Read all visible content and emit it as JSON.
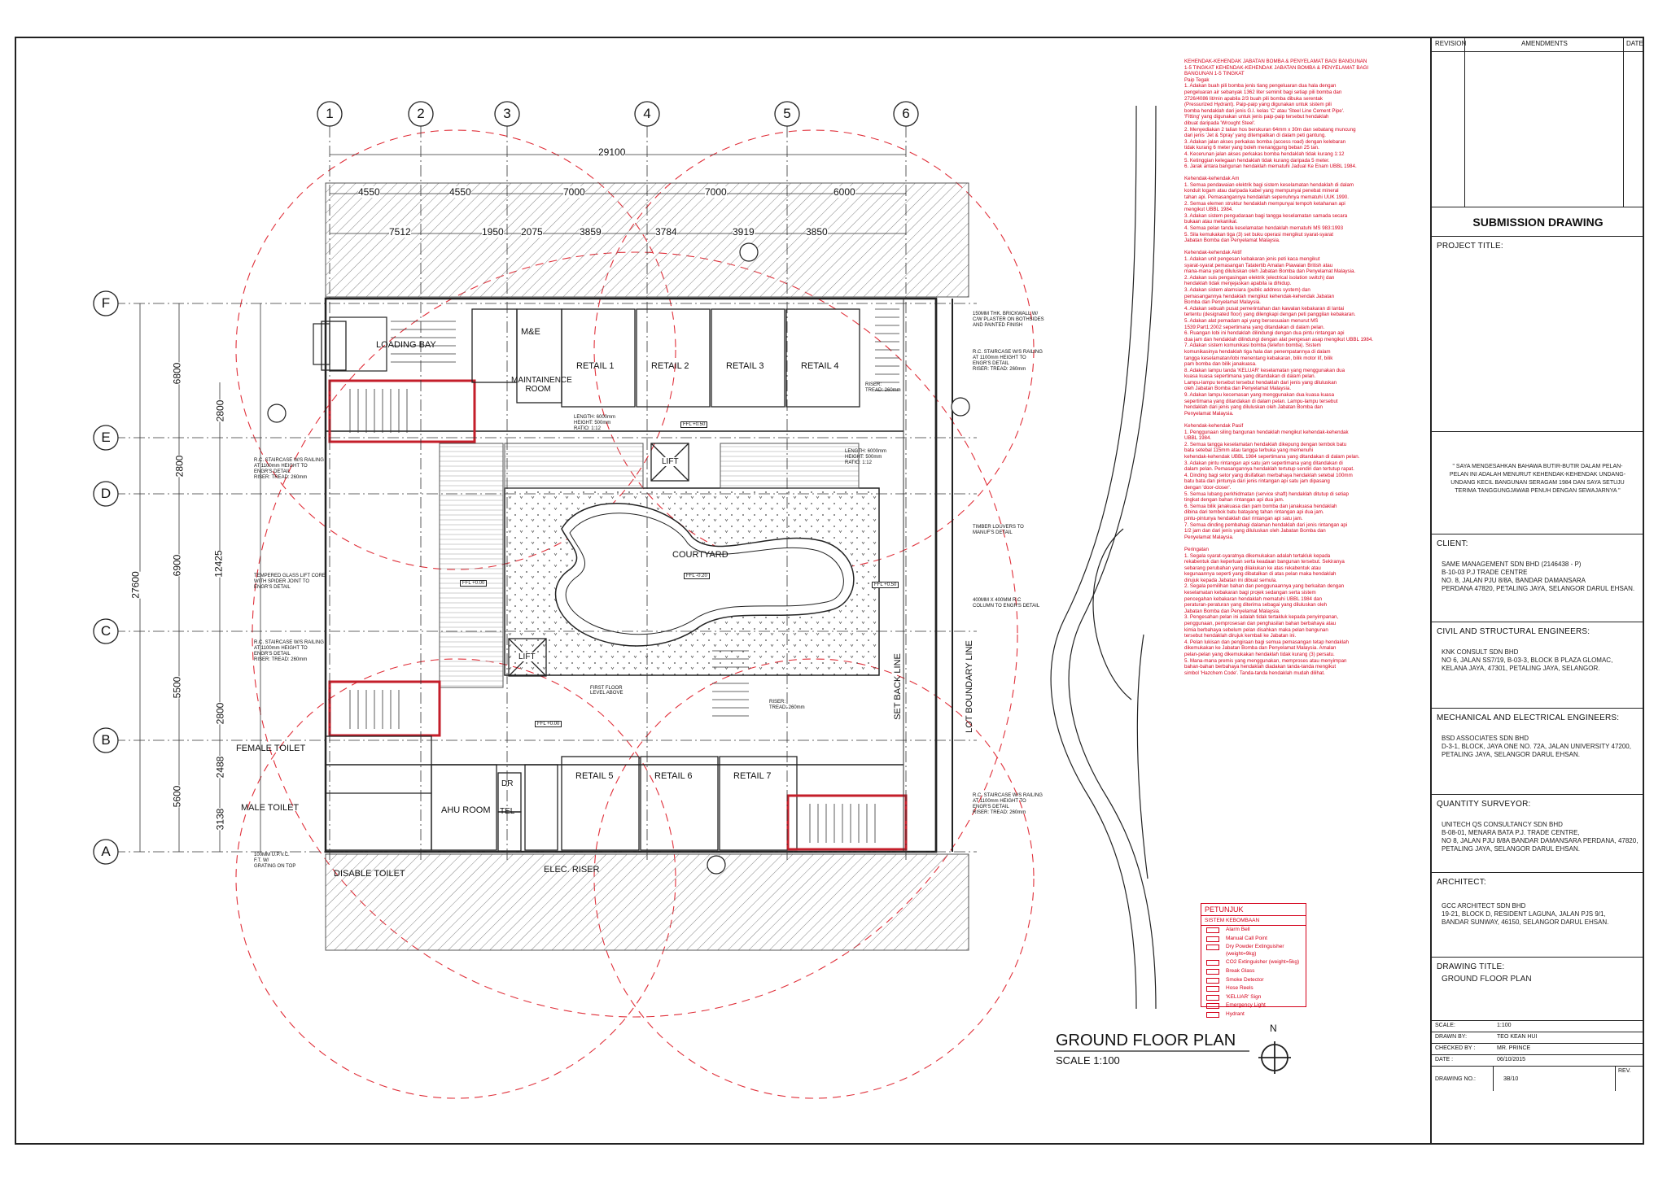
{
  "drawing": {
    "title": "GROUND FLOOR PLAN",
    "scale_label": "SCALE 1:100",
    "north": "N"
  },
  "grid": {
    "columns": [
      "1",
      "2",
      "3",
      "4",
      "5",
      "6"
    ],
    "rows": [
      "F",
      "E",
      "D",
      "C",
      "B",
      "A"
    ]
  },
  "dimensions": {
    "overall_top": "29100",
    "top_row1": [
      "4550",
      "4550",
      "7000",
      "7000",
      "6000"
    ],
    "top_row2": [
      "7512",
      "1950",
      "2075",
      "3859",
      "3784",
      "3919",
      "3850"
    ],
    "left_overall": "27600",
    "left_outer": [
      "6800",
      "6900",
      "5500",
      "5600"
    ],
    "left_mid": [
      "12425"
    ],
    "left_inner": [
      "2800",
      "2800",
      "2800",
      "2488",
      "3138"
    ]
  },
  "rooms": {
    "loading_bay": "LOADING BAY",
    "me": "M&E",
    "maintenance": "MAINTAINENCE ROOM",
    "retail_1": "RETAIL 1",
    "retail_2": "RETAIL 2",
    "retail_3": "RETAIL 3",
    "retail_4": "RETAIL 4",
    "retail_5": "RETAIL 5",
    "retail_6": "RETAIL 6",
    "retail_7": "RETAIL 7",
    "lift_1": "LIFT",
    "lift_2": "LIFT",
    "courtyard": "COURTYARD",
    "female_toilet": "FEMALE TOILET",
    "male_toilet": "MALE TOILET",
    "disable_toilet": "DISABLE TOILET",
    "ahu_room": "AHU ROOM",
    "dr": "DR",
    "tel": "TEL",
    "elec_riser": "ELEC. RISER",
    "set_back": "SET BACK LINE",
    "lot_boundary": "LOT BOUNDARY LINE",
    "first_floor": "FIRST FLOOR LEVEL ABOVE"
  },
  "ramp_notes": {
    "ramp1": "LENGTH: 6000mm\nHEIGHT: 500mm\nRATIO: 1:12",
    "ramp2": "LENGTH: 6000mm\nHEIGHT: 500mm\nRATIO: 1:12",
    "riser1": "RISER:\nTREAD: 260mm",
    "riser2": "RISER:\nTREAD: 260mm"
  },
  "callouts": {
    "right_1": "150MM THK. BRICKWALL W/\nC/W PLASTER ON BOTHSIDES\nAND PAINTED FINISH",
    "right_2": "R.C. STAIRCASE W/S RAILING\nAT 1100mm HEIGHT TO\nENGR'S DETAIL\nRISER:  TREAD: 260mm",
    "right_3": "TIMBER LOUVERS TO\nMANUF'S DETAIL",
    "right_4": "400MM X 400MM R.C\nCOLUMN TO ENGR'S DETAIL",
    "right_5": "R.C. STAIRCASE W/S RAILING\nAT 1100mm HEIGHT TO\nENGR'S DETAIL\nRISER:  TREAD: 260mm",
    "left_1": "R.C. STAIRCASE W/S RAILING\nAT 1100mm HEIGHT TO\nENGR'S DETAIL\nRISER:  TREAD: 260mm",
    "left_2": "TEMPERED GLASS LIFT CORE\nWITH SPIDER JOINT TO\nENGR'S DETAIL",
    "left_3": "R.C. STAIRCASE W/S RAILING\nAT 1100mm HEIGHT TO\nENGR'S DETAIL\nRISER:  TREAD: 260mm",
    "left_4": "100MM U.P.V.C.\nF.T. W/\nGRATING ON TOP"
  },
  "levels": {
    "ffl_1": "FFL +0.50",
    "ffl_2": "FFL +0.00",
    "ffl_3": "FFL +0.50",
    "ffl_4": "FFL +0.00",
    "ffl_5": "FFL -0.20"
  },
  "notes_text": "KEHENDAK-KEHENDAK JABATAN BOMBA & PENYELAMAT BAGI BANGUNAN\n1-5 TINGKAT KEHENDAK-KEHENDAK JABATAN BOMBA & PENYELAMAT BAGI\nBANGUNAN 1-5 TINGKAT\nPaip Tegak\n1.  Adakan buah pili bomba jenis tiang pengeluaran dua hala dengan\n    pengeluaran air sebanyak 1362 liter seminit bagi setiap pili bomba dan\n    2726/4086 lit/min apabila 2/3 buah pili bomba dibuka serentak\n    (Pressurized Hydrant). Paip-paip yang digunakan untuk sistem pili\n    bomba hendaklah dari jenis G.I. kelas 'C' atau 'Steel Line Cement Pipe'.\n    'Fitting' yang digunakan untuk jenis paip-paip tersebut hendaklah\n    dibuat daripada 'Wrought Steel'.\n2.  Menyediakan 2 talian hos berukuran 64mm x 30m dan sebatang muncung\n    dari jenis 'Jet & Spray' yang ditempatkan di dalam peti gantung.\n3.  Adakan jalan akses perkakas bomba (access road) dengan kelebaran\n    tidak kurang 6 meter yang boleh menanggung beban 25 tan.\n4.  Kecerunan jalan akses perkakas bomba hendaklah tidak kurang 1:12\n5.  Ketinggian kelegaan hendaklah tidak kurang daripada 5 meter.\n6.  Jarak antara bangunan hendaklah mematuhi Jadual Ke Enam UBBL 1984.\n\nKehendak-kehendak Am\n1.  Semua pendawaian elektrik bagi sistem keselamatan hendaklah di dalam\n    konduit logam atau daripada kabel yang mempunyai penebat mineral\n    tahan api. Pemasangannya hendaklah sepenuhnya mematuhi UUK 1990.\n2.  Semua elemen struktur hendaklah mempunyai tempoh ketahanan api\n    mengikut UBBL 1984.\n3.  Adakan sistem pengudaraan bagi tangga keselamatan samada secara\n    bukaan atau mekanikal.\n4.  Semua pelan tanda keselamatan hendaklah mematuhi MS 983:1993\n5.  Sila kemukakan tiga (3) set buku operasi mengikut syarat-syarat\n    Jabatan Bomba dan Penyelamat Malaysia.\n\nKehendak-kehendak Aktif\n1.  Adakan unit pengesan kebakaran jenis peti kaca mengikut\n    syarat-syarat pemasangan Tatatertib Amalan Piawaian British atau\n    mana-mana yang diluluskan oleh Jabatan Bomba dan Penyelamat Malaysia.\n2.  Adakan suis pengasingan elektrik (electrical isolation switch) dan\n    hendaklah tidak menjejaskan apabila ia dihidup.\n3.  Adakan sistem alamsiara (public address system) dan\n    pemasangannya hendaklah mengikut kehendak-kehendak Jabatan\n    Bomba dan Penyelamat Malaysia.\n4.  Adakan sebuah pusat pemerintahan dan kawalan kebakaran di lantai\n    tertentu (designated floor) yang dilengkapi dengan peti panggilan kebakaran.\n5.  Adakan alat pemadam api yang bersesuaian menurut MS\n    1539:Part1:2002 sepertimana yang ditandakan di dalam pelan.\n6.  Ruangan lobi ini hendaklah dilindungi dengan dua pintu rintangan api\n    dua jam dan hendaklah dilindungi dengan alat pengesan asap mengikut UBBL 1984.\n7.  Adakan sistem komunikasi bomba (telefon bomba). Sistem\n    komunikasinya hendaklah tiga hala dan penempatannya di dalam\n    tangga keselamatan/lobi menentang kebakaran, bilik motor lif, bilik\n    pam bomba dan bilik janakuasa.\n8.  Adakan lampu tanda 'KELUAR' keselamatan yang menggunakan dua\n    kuasa kuasa sepertimana yang ditandakan di dalam pelan.\n    Lampu-lampu tersebut tersebut hendaklah dari jenis yang diluluskan\n    oleh Jabatan Bomba dan Penyelamat Malaysia.\n9.  Adakan lampu kecemasan yang menggunakan dua kuasa kuasa\n    sepertimana yang ditandakan di dalam pelan. Lampu-lampu tersebut\n    hendaklah dari jenis yang diluluskan oleh Jabatan Bomba dan\n    Penyelamat Malaysia.\n\nKehendak-kehendak Pasif\n1.  Penggunaan siling bangunan hendaklah mengikut kehendak-kehendak\n    UBBL 1984.\n2.  Semua tangga keselamatan hendaklah dikepung dengan tembok batu\n    bata setebal 115mm atau tangga terbuka yang memenuhi\n    kehendak-kehendak UBBL 1984 sepertimana yang ditandakan di dalam pelan.\n3.  Adakan pintu rintangan api satu jam sepertimana yang ditandakan di\n    dalam pelan. Pemasangannya hendaklah tertutup sendiri dan tertutup rapat.\n4.  Dinding bagi setor yang disifatkan merbahaya hendaklah setebal 100mm\n    batu bata dan pintunya dari jenis rintangan api satu jam dipasang\n    dengan 'door-closer'.\n5.  Semua lubang perkhidmatan (service shaft) hendaklah ditutup di setiap\n    tingkat dengan bahan rintangan api dua jam.\n6.  Semua bilik janakuasa dan pam bomba dan janakuasa hendaklah\n    dibina dari tembok batu batayang tahan rintangan api dua jam.\n    pintu-pintunya hendaklah dari rintangan api satu jam.\n7.  Semua dinding pembahagi dalaman hendaklah dari jenis rintangan api\n    1/2 jam dan dari jenis yang diluluskan oleh Jabatan Bomba dan\n    Penyelamat Malaysia.\n\nPeringatan\n1.  Segala syarat-syaratnya dikemukakan adalah tertakluk kepada\n    rekabentuk dan keperluan serta keadaan bangunan tersebut. Sekiranya\n    sebarang perubahan yang dilakukan ke atas rekabentuk atau\n    kegunaannya seperti yang dibatalkan di atas pelan maka hendaklah\n    dirujuk kepada Jabatan ini dibuat semula.\n2.  Segala pemilihan bahan dan penggunaannya yang berkaitan dengan\n    keselamatan kebakaran bagi projek sedangan serta sistem\n    pencegahan kebakaran hendaklah mematuhi UBBL 1984 dan\n    peraturan-peraturan yang diterima sebagai yang diluluskan oleh\n    Jabatan Bomba dan Penyelamat Malaysia.\n3.  Pengesahan pelan ini adalah tidak tertakluk kepada penyimpanan,\n    penggunaan, pemprosesan dan penghasilan bahan berbahaya atau\n    kimia berbahaya sebelum pelan disahkan maka pelan bangunan\n    tersebut hendaklah dirujuk kembali ke Jabatan ini.\n4.  Pelan lukisan dan pengiraan bagi semua pemasangan tetap hendaklah\n    dikemukakan ke Jabatan Bomba dan Penyelamat Malaysia. Amalan\n    pelan-pelan yang dikemukakan hendaklah tidak kurang (3) persatu.\n5.  Mana-mana premis yang menggunakan, memproses atau menyimpan\n    bahan-bahan berbahaya hendaklah diadakan tanda-tanda mengikut\n    simbol 'Hazchem Code'. Tanda-tanda hendaklah mudah dilihat.",
  "legend": {
    "title": "PETUNJUK",
    "subtitle": "SISTEM KEBOMBAAN",
    "items": [
      "Alarm Bell",
      "Manual Call Point",
      "Dry Powder Extinguisher (weight=9kg)",
      "CO2 Extinguisher (weight=5kg)",
      "Break Glass",
      "Smoke Detector",
      "Hose Reels",
      "'KELUAR' Sign",
      "Emergency Light",
      "Hydrant"
    ]
  },
  "title_block": {
    "revision": "REVISION",
    "amendments": "AMENDMENTS",
    "date": "DATE",
    "submission": "SUBMISSION DRAWING",
    "project_title": "PROJECT TITLE:",
    "declaration": "\" SAYA MENGESAHKAN BAHAWA BUTIR-BUTIR DALAM PELAN-\nPELAN INI ADALAH MENURUT KEHENDAK-KEHENDAK UNDANG-\nUNDANG KECIL BANGUNAN SERAGAM 1984 DAN SAYA SETUJU\nTERIMA TANGGUNGJAWAB PENUH DENGAN SEWAJARNYA \"",
    "client_label": "CLIENT:",
    "client": "SAME MANAGEMENT SDN BHD (2146438 - P)\nB-10-03 P.J TRADE CENTRE\nNO. 8, JALAN PJU 8/8A, BANDAR DAMANSARA\nPERDANA 47820, PETALING JAYA, SELANGOR DARUL EHSAN.",
    "cs_label": "CIVIL AND STRUCTURAL ENGINEERS:",
    "cs": "KNK CONSULT SDN BHD\nNO 6, JALAN SS7/19, B-03-3, BLOCK B PLAZA GLOMAC,\nKELANA JAYA, 47301, PETALING JAYA, SELANGOR.",
    "me_label": "MECHANICAL AND ELECTRICAL ENGINEERS:",
    "me": "BSD ASSOCIATES SDN BHD\nD-3-1, BLOCK, JAYA ONE NO. 72A, JALAN UNIVERSITY 47200,\nPETALING JAYA, SELANGOR DARUL EHSAN.",
    "qs_label": "QUANTITY SURVEYOR:",
    "qs": "UNITECH QS CONSULTANCY SDN BHD\nB-08-01, MENARA BATA P.J. TRADE CENTRE,\nNO 8, JALAN PJU 8/8A BANDAR DAMANSARA PERDANA, 47820,\nPETALING JAYA, SELANGOR DARUL EHSAN.",
    "architect_label": "ARCHITECT:",
    "architect": "GCC ARCHITECT SDN BHD\n19-21, BLOCK D, RESIDENT LAGUNA, JALAN PJS 9/1,\nBANDAR SUNWAY, 46150, SELANGOR DARUL EHSAN.",
    "drawing_title_label": "DRAWING TITLE:",
    "drawing_title": "GROUND FLOOR PLAN",
    "scale_label": "SCALE:",
    "scale": "1:100",
    "drawn_label": "DRAWN BY:",
    "drawn": "TEO KEAN HUI",
    "checked_label": "CHECKED BY :",
    "checked": "MR. PRINCE",
    "date_label": "DATE :",
    "date_val": "06/10/2015",
    "drawing_no_label": "DRAWING NO.:",
    "drawing_no": "3B/10",
    "rev_label": "REV."
  }
}
